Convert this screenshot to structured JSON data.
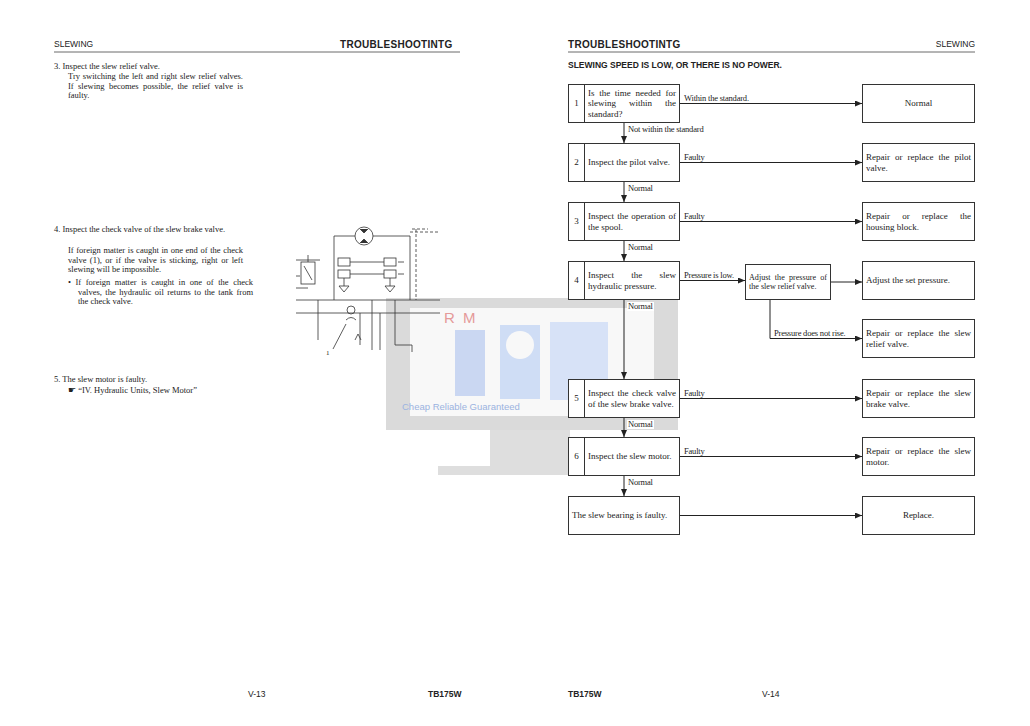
{
  "diagram": {
    "title": "SLEWING SPEED IS LOW, OR THERE IS NO POWER.",
    "nodes": [
      {
        "text": [
          "1",
          "Is the time needed for slewing within the standard?"
        ]
      },
      {
        "text": [
          "Normal"
        ]
      },
      {
        "text": [
          "2",
          "Inspect the pilot valve."
        ]
      },
      {
        "text": [
          "Repair or replace the pilot valve."
        ]
      },
      {
        "text": [
          "3",
          "Inspect the operation of the spool."
        ]
      },
      {
        "text": [
          "Repair or replace the housing block."
        ]
      },
      {
        "text": [
          "4",
          "Inspect the slew hydraulic pressure."
        ]
      },
      {
        "text": [
          "Adjust the pressure of the slew relief valve."
        ]
      },
      {
        "text": [
          "Adjust the set pressure."
        ]
      },
      {
        "text": [
          "Repair or replace the slew relief valve."
        ]
      },
      {
        "text": [
          "5",
          "Inspect the check valve of the slew brake valve."
        ]
      },
      {
        "text": [
          "Repair or replace the slew brake valve."
        ]
      },
      {
        "text": [
          "6",
          "Inspect the slew motor."
        ]
      },
      {
        "text": [
          "Repair or replace the slew motor."
        ]
      },
      {
        "text": [
          "The slew bearing is faulty."
        ]
      },
      {
        "text": [
          "Replace."
        ]
      }
    ],
    "edges": [
      {
        "from": 0,
        "to": 1,
        "arrow": "to",
        "label": "Within the standard."
      },
      {
        "from": 0,
        "to": 2,
        "arrow": "to",
        "label": "Not within the standard"
      },
      {
        "from": 2,
        "to": 3,
        "arrow": "to",
        "label": "Faulty"
      },
      {
        "from": 2,
        "to": 4,
        "arrow": "to",
        "label": "Normal"
      },
      {
        "from": 4,
        "to": 5,
        "arrow": "to",
        "label": "Faulty"
      },
      {
        "from": 4,
        "to": 6,
        "arrow": "to",
        "label": "Normal"
      },
      {
        "from": 6,
        "to": 7,
        "arrow": "to",
        "label": "Pressure is low."
      },
      {
        "from": 6,
        "to": 10,
        "arrow": "to",
        "label": "Normal"
      },
      {
        "from": 7,
        "to": 8,
        "arrow": "to"
      },
      {
        "from": 7,
        "to": 9,
        "arrow": "to",
        "label": "Pressure does not rise."
      },
      {
        "from": 10,
        "to": 11,
        "arrow": "to",
        "label": "Faulty"
      },
      {
        "from": 10,
        "to": 12,
        "arrow": "to",
        "label": "Normal"
      },
      {
        "from": 12,
        "to": 13,
        "arrow": "to",
        "label": "Faulty"
      },
      {
        "from": 12,
        "to": 14,
        "arrow": "to",
        "label": "Normal"
      },
      {
        "from": 14,
        "to": 15,
        "arrow": "to"
      }
    ],
    "labels": [
      "SLEWING",
      "TROUBLESHOOTINTG",
      "TROUBLESHOOTINTG",
      "SLEWING",
      "3. Inspect the slew relief valve.",
      "Try switching the left and right slew relief valves. If slewing becomes possible, the relief valve is faulty.",
      "4. Inspect the check valve of the slew brake valve.",
      "If foreign matter is caught in one end of the check valve (1), or if the valve is sticking, right or left slewing will be impossible.",
      "• If foreign matter is caught in one of the check valves, the hydraulic oil returns to the tank from the check valve.",
      "5. The slew motor is faulty.",
      "☛ “IV. Hydraulic Units, Slew Motor”",
      "1",
      "R M",
      "Cheap Reliable Guaranteed",
      "V-13",
      "TB175W",
      "TB175W",
      "V-14"
    ]
  }
}
